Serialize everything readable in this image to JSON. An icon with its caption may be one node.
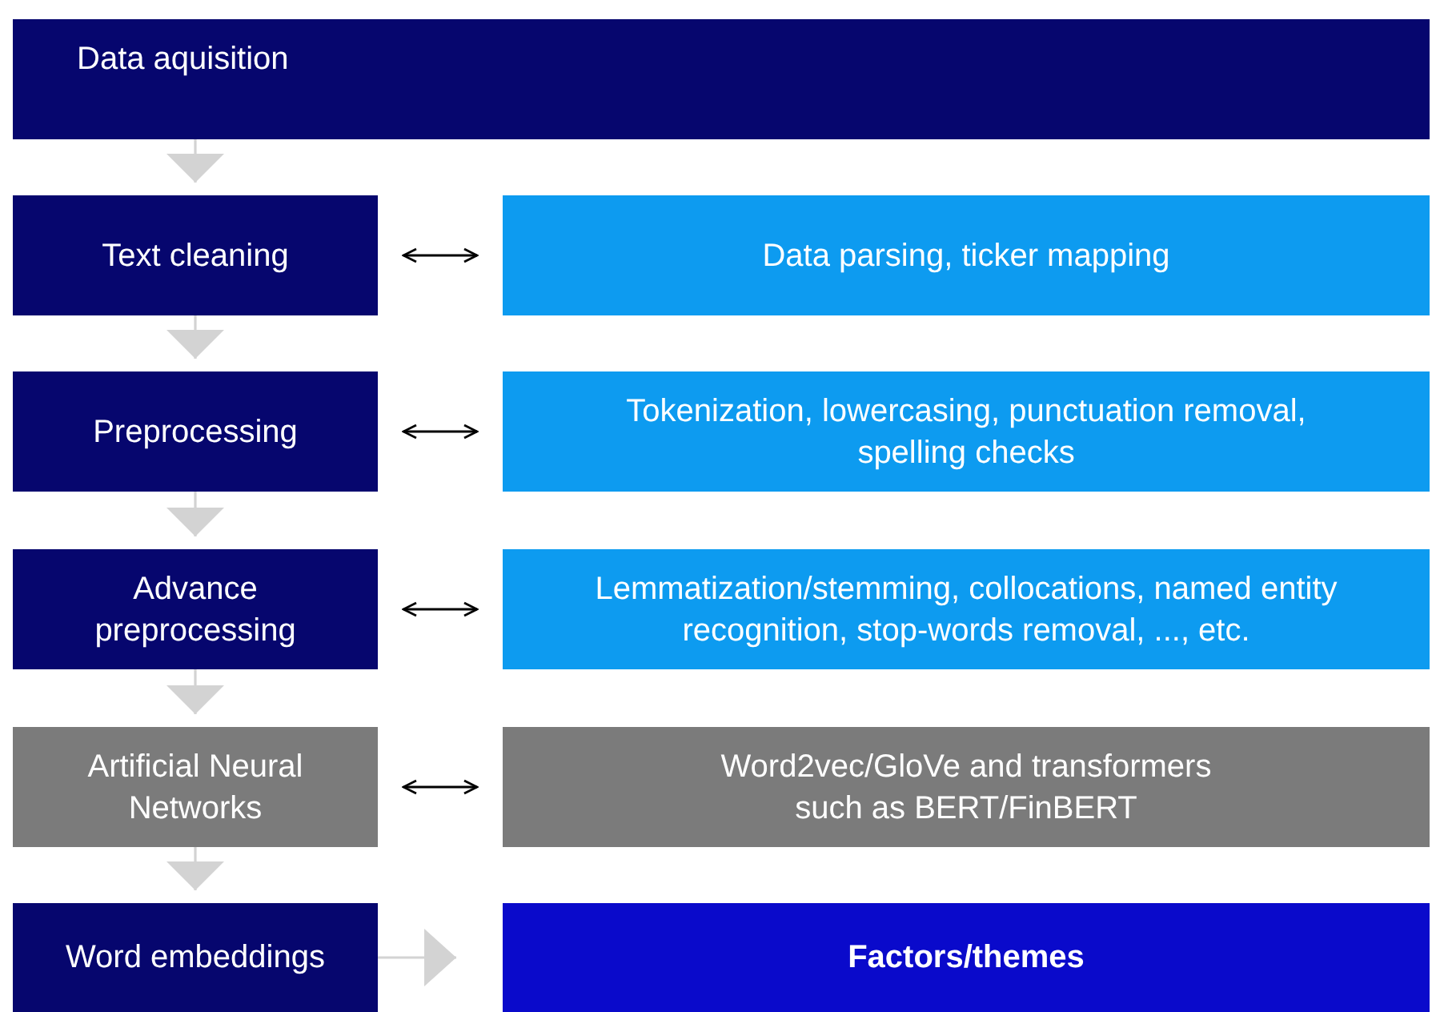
{
  "diagram": {
    "nodes": [
      {
        "text": [
          "Data aquisition"
        ]
      },
      {
        "text": [
          "Text cleaning"
        ]
      },
      {
        "text": [
          "Data parsing, ticker mapping"
        ]
      },
      {
        "text": [
          "Preprocessing"
        ]
      },
      {
        "text": [
          "Tokenization, lowercasing, punctuation removal, spelling checks"
        ]
      },
      {
        "text": [
          "Advance preprocessing"
        ]
      },
      {
        "text": [
          "Lemmatization/stemming, collocations, named entity recognition, stop-words removal, ..., etc."
        ]
      },
      {
        "text": [
          "Artificial Neural Networks"
        ]
      },
      {
        "text": [
          "Word2vec/GloVe and transformers such as BERT/FinBERT"
        ]
      },
      {
        "text": [
          "Word embeddings"
        ]
      },
      {
        "text": [
          "Factors/themes"
        ]
      }
    ],
    "edges": [
      {
        "from": 0,
        "to": 1,
        "arrow": "to"
      },
      {
        "from": 1,
        "to": 2,
        "arrow": "both",
        "color": "#000000"
      },
      {
        "from": 1,
        "to": 3,
        "arrow": "to"
      },
      {
        "from": 3,
        "to": 4,
        "arrow": "both",
        "color": "#000000"
      },
      {
        "from": 3,
        "to": 5,
        "arrow": "to"
      },
      {
        "from": 5,
        "to": 6,
        "arrow": "both",
        "color": "#000000"
      },
      {
        "from": 5,
        "to": 7,
        "arrow": "to"
      },
      {
        "from": 7,
        "to": 8,
        "arrow": "both",
        "color": "#000000"
      },
      {
        "from": 7,
        "to": 9,
        "arrow": "to"
      },
      {
        "from": 9,
        "to": 10,
        "arrow": "to"
      }
    ]
  }
}
